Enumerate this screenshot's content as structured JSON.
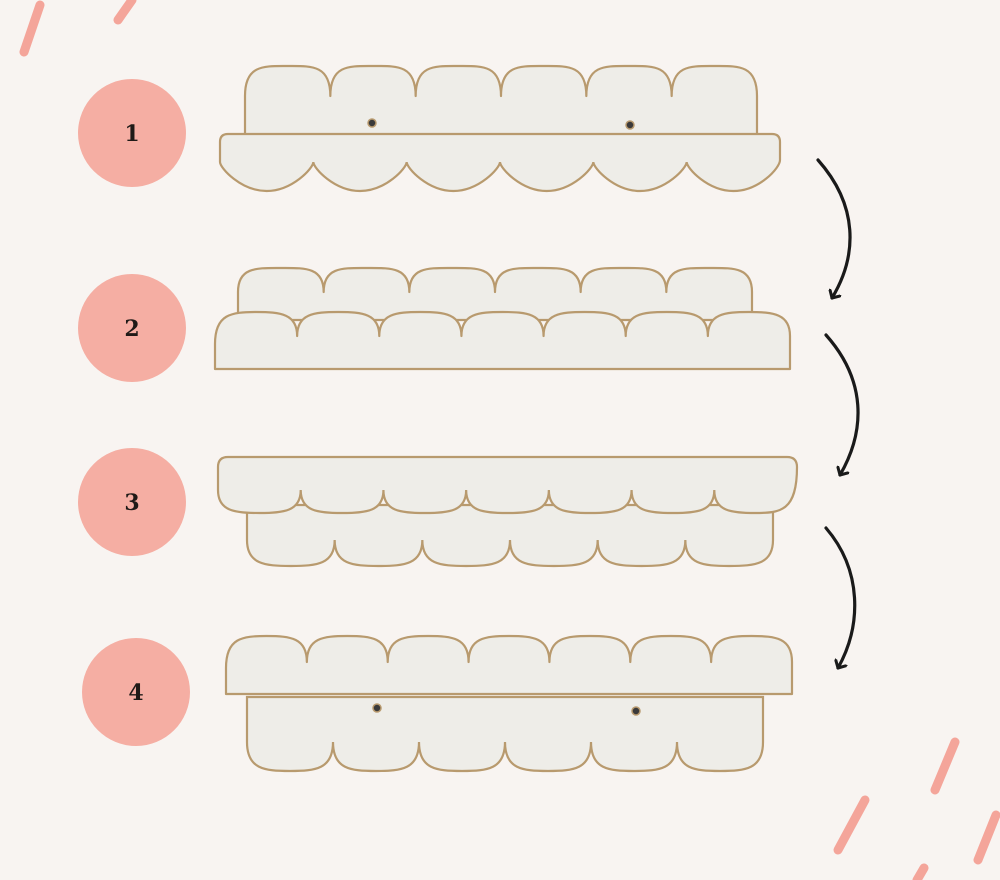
{
  "steps": [
    {
      "number": "1",
      "view": "upright"
    },
    {
      "number": "2",
      "view": "upright-scallops-up"
    },
    {
      "number": "3",
      "view": "flipped"
    },
    {
      "number": "4",
      "view": "flipped-scallops-up"
    }
  ],
  "colors": {
    "background": "#f8f4f1",
    "badge": "#f5aea3",
    "shelf_face": "#eeede8",
    "shelf_edge": "#b89a6e",
    "arrow": "#1a1a1a",
    "brush": "#f4a59a"
  },
  "icons": [
    "curved-arrow-down-icon",
    "screw-hole-icon"
  ]
}
